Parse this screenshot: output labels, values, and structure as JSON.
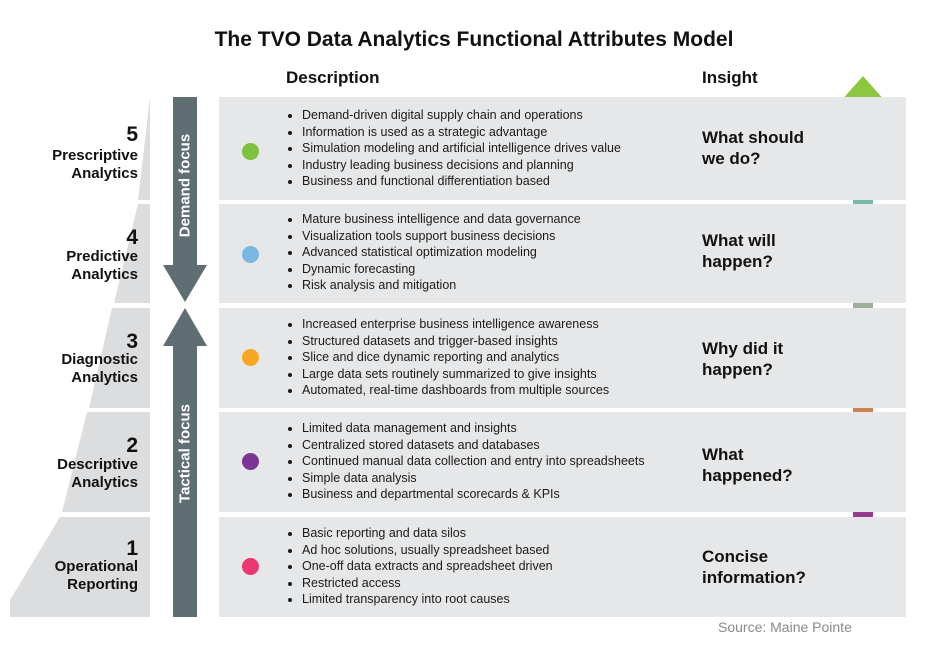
{
  "title": "The TVO Data Analytics Functional Attributes Model",
  "headers": {
    "description": "Description",
    "insight": "Insight"
  },
  "focus": {
    "demand": "Demand focus",
    "tactical": "Tactical focus"
  },
  "source": "Source: Maine Pointe",
  "colors": {
    "panel": "#e6e7e8",
    "pyramid": "#dcdddf",
    "focus_arrow": "#5f6e72",
    "gradient_arrow": [
      "#8dc63f",
      "#6ab3e2",
      "#f5a623",
      "#7b3f98",
      "#ee2a6b"
    ]
  },
  "levels": [
    {
      "number": "5",
      "name_line1": "Prescriptive",
      "name_line2": "Analytics",
      "dot_color": "#7fc242",
      "items": [
        "Demand-driven digital supply chain and operations",
        "Information is used as a strategic advantage",
        "Simulation modeling and artificial intelligence drives value",
        "Industry leading business decisions and planning",
        "Business and functional differentiation based"
      ],
      "insight_line1": "What should",
      "insight_line2": "we do?"
    },
    {
      "number": "4",
      "name_line1": "Predictive",
      "name_line2": "Analytics",
      "dot_color": "#7ab8e4",
      "items": [
        "Mature business intelligence and data governance",
        "Visualization tools support business decisions",
        "Advanced statistical optimization modeling",
        "Dynamic forecasting",
        "Risk analysis and mitigation"
      ],
      "insight_line1": "What will",
      "insight_line2": "happen?"
    },
    {
      "number": "3",
      "name_line1": "Diagnostic",
      "name_line2": "Analytics",
      "dot_color": "#f7a823",
      "items": [
        "Increased enterprise business intelligence awareness",
        "Structured datasets and trigger-based insights",
        "Slice and dice dynamic reporting and analytics",
        "Large data sets routinely summarized to give insights",
        "Automated, real-time dashboards from multiple sources"
      ],
      "insight_line1": "Why did it",
      "insight_line2": "happen?"
    },
    {
      "number": "2",
      "name_line1": "Descriptive",
      "name_line2": "Analytics",
      "dot_color": "#7a3595",
      "items": [
        "Limited data management and insights",
        "Centralized stored datasets and databases",
        "Continued manual data collection and entry into spreadsheets",
        "Simple data analysis",
        "Business and departmental scorecards & KPIs"
      ],
      "insight_line1": "What",
      "insight_line2": "happened?"
    },
    {
      "number": "1",
      "name_line1": "Operational",
      "name_line2": "Reporting",
      "dot_color": "#ec3770",
      "items": [
        "Basic reporting and data silos",
        "Ad hoc solutions, usually spreadsheet based",
        "One-off data extracts and spreadsheet driven",
        "Restricted access",
        "Limited transparency into root causes"
      ],
      "insight_line1": "Concise",
      "insight_line2": "information?"
    }
  ]
}
